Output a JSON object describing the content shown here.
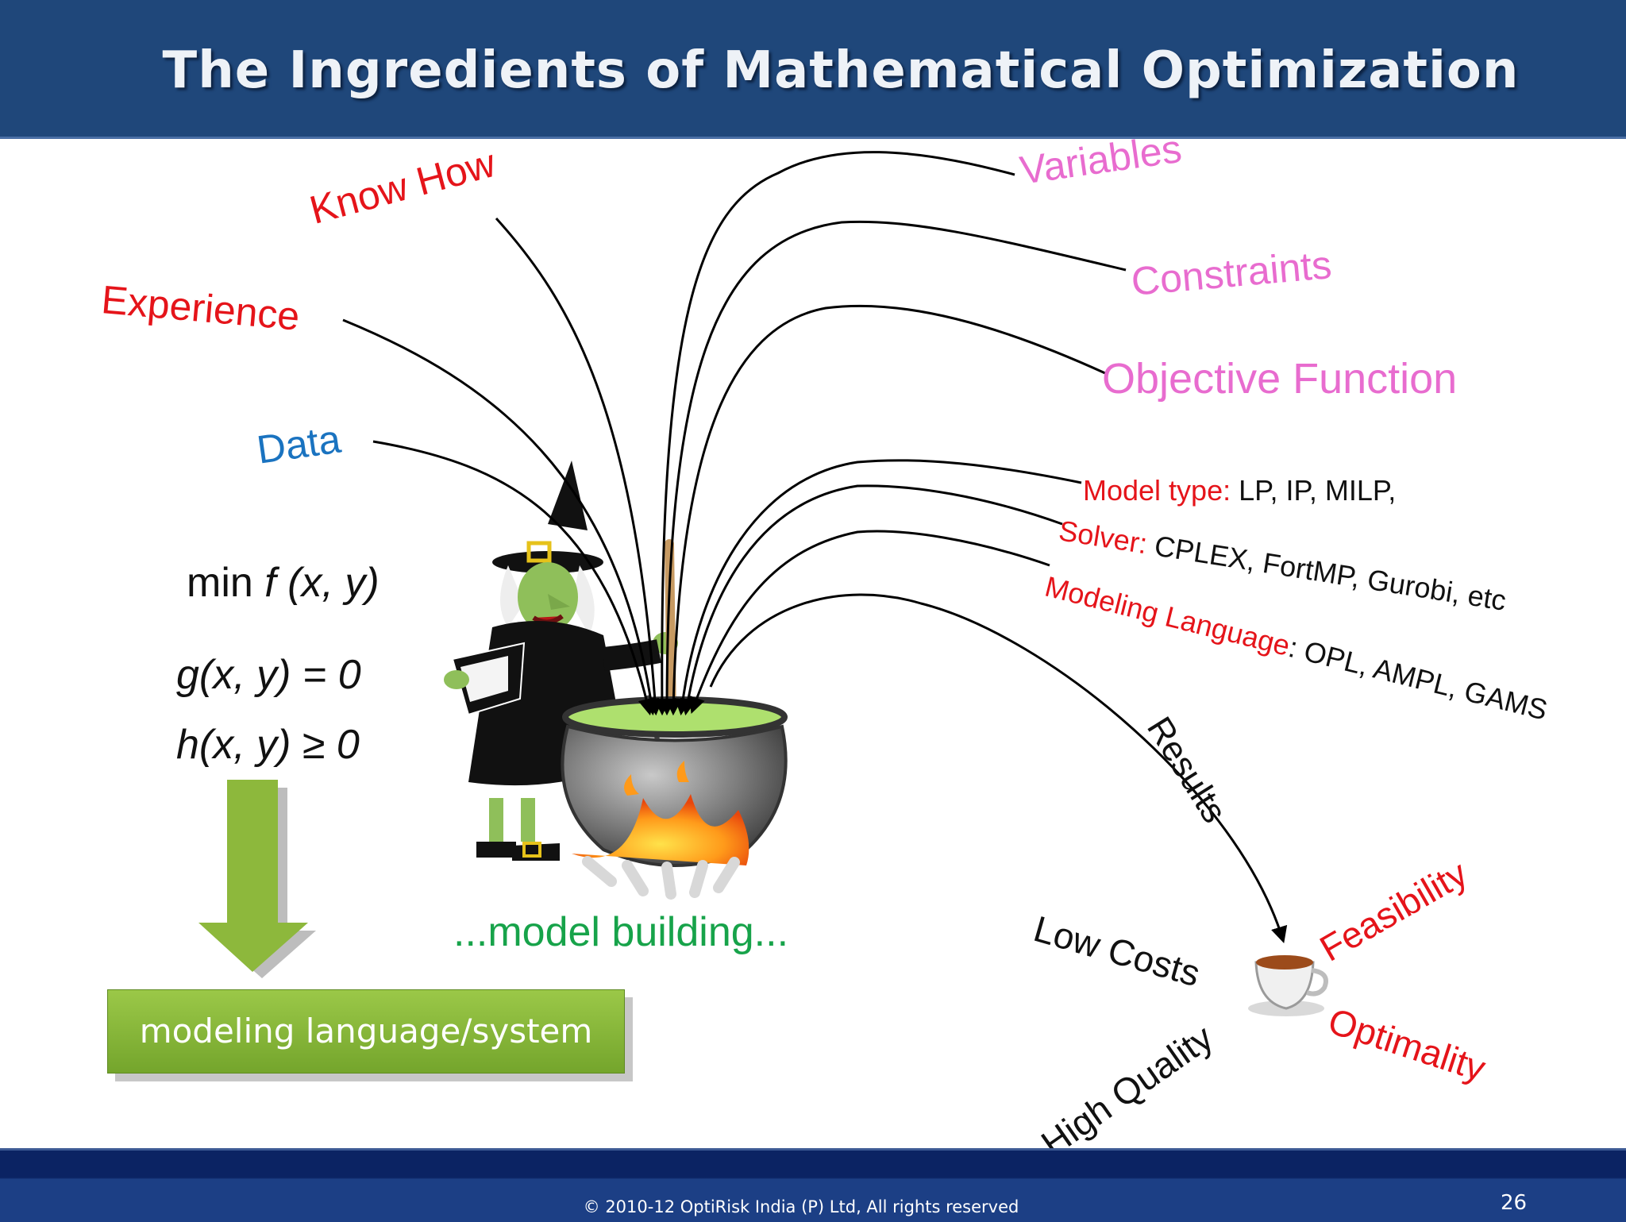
{
  "title": "The Ingredients of Mathematical Optimization",
  "inputs": {
    "know_how": "Know How",
    "experience": "Experience",
    "data": "Data",
    "variables": "Variables",
    "constraints": "Constraints",
    "objective_function": "Objective Function"
  },
  "model_specs": {
    "model_type_label": "Model type:",
    "model_type_value": " LP, IP, MILP,",
    "solver_label": "Solver:",
    "solver_value": " CPLEX, FortMP, Gurobi, etc",
    "modeling_language_label": "Modeling Language",
    "modeling_language_value": ": OPL, AMPL, GAMS"
  },
  "math": {
    "min_prefix": "min ",
    "min_func": "f (x, y)",
    "eq_constraint": "g(x, y) = 0",
    "ineq_constraint": "h(x, y) ≥ 0"
  },
  "model_building": "...model building...",
  "modeling_language_system": "modeling language/system",
  "results": {
    "label": "Results",
    "low_costs": "Low Costs",
    "high_quality": "High Quality",
    "feasibility": "Feasibility",
    "optimality": "Optimality"
  },
  "footer": {
    "copyright": "© 2010-12 OptiRisk India (P) Ltd, All rights reserved",
    "page_number": "26"
  }
}
